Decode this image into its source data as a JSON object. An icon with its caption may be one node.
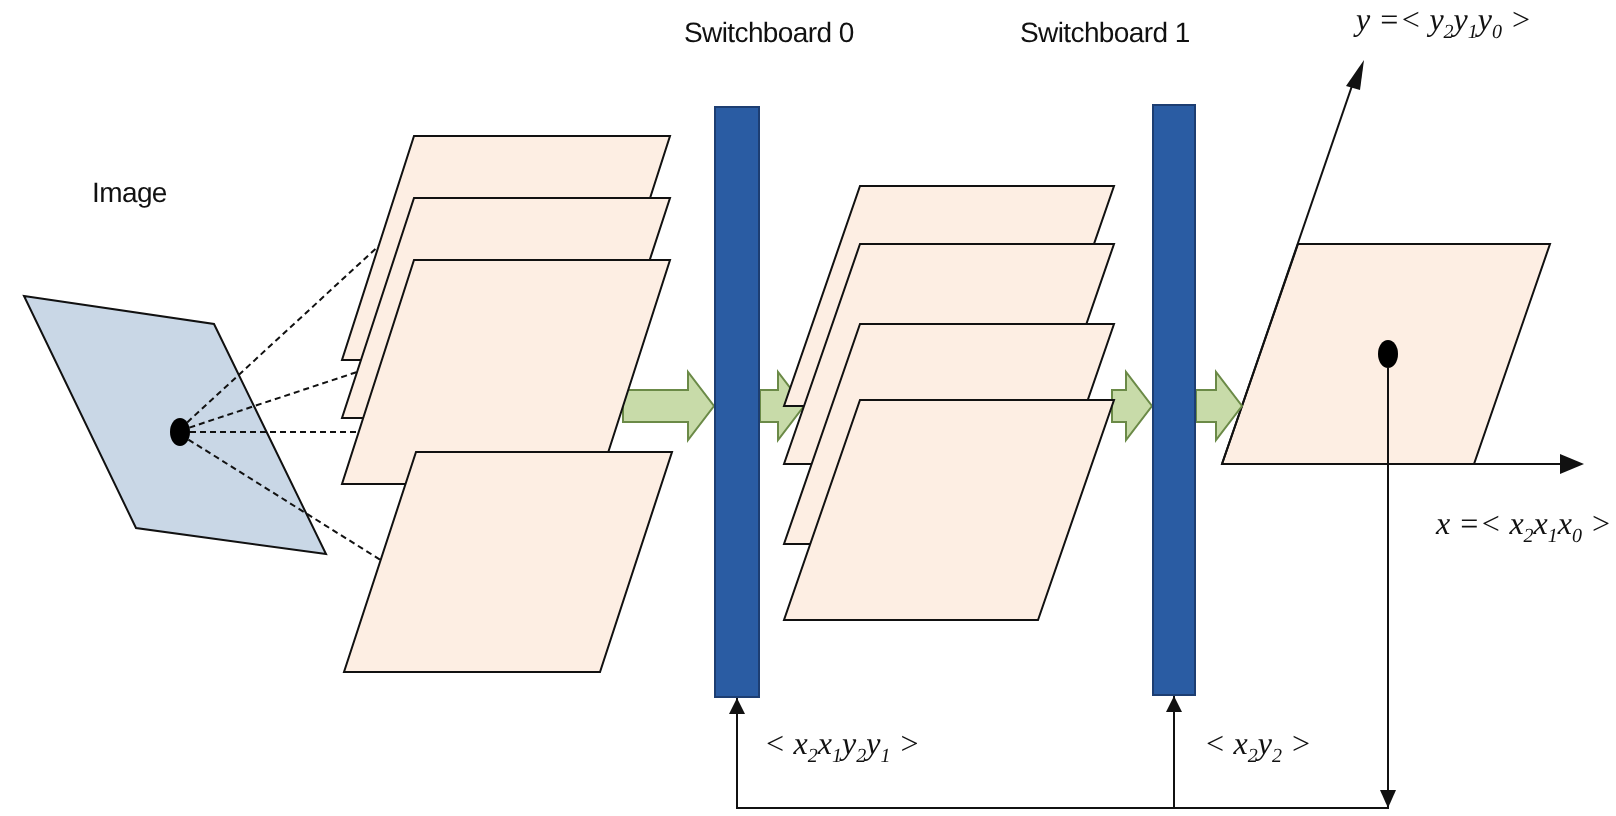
{
  "diagram": {
    "nodes": [
      {
        "text": [
          "Image"
        ]
      },
      {
        "text": [],
        "shape": "circle",
        "in": 0
      },
      {
        "text": [],
        "shape": "parallelogram"
      },
      {
        "text": [],
        "shape": "parallelogram"
      },
      {
        "text": [],
        "shape": "parallelogram"
      },
      {
        "text": [],
        "shape": "parallelogram"
      },
      {
        "text": [
          "Switchboard 0"
        ]
      },
      {
        "text": [],
        "shape": "parallelogram"
      },
      {
        "text": [],
        "shape": "parallelogram"
      },
      {
        "text": [],
        "shape": "parallelogram"
      },
      {
        "text": [],
        "shape": "parallelogram"
      },
      {
        "text": [
          "Switchboard 1"
        ]
      },
      {
        "text": [],
        "shape": "parallelogram"
      },
      {
        "text": [],
        "shape": "circle",
        "in": 12
      }
    ],
    "edges": [
      {
        "from": 1,
        "to": 2,
        "arrow": "none",
        "style": "dashed"
      },
      {
        "from": 1,
        "to": 3,
        "arrow": "none",
        "style": "dashed"
      },
      {
        "from": 1,
        "to": 4,
        "arrow": "none",
        "style": "dashed"
      },
      {
        "from": 1,
        "to": 5,
        "arrow": "none",
        "style": "dashed"
      },
      {
        "from": 4,
        "to": 6,
        "arrow": "to",
        "style": "thick",
        "color": "#c8dba9"
      },
      {
        "from": 6,
        "to": 8,
        "arrow": "to",
        "style": "thick",
        "color": "#c8dba9"
      },
      {
        "from": 10,
        "to": 11,
        "arrow": "to",
        "style": "thick",
        "color": "#c8dba9"
      },
      {
        "from": 11,
        "to": 12,
        "arrow": "to",
        "style": "thick",
        "color": "#c8dba9"
      },
      {
        "from": 13,
        "to": 6,
        "arrow": "to",
        "label": "< x$_{2}$x$_{1}$y$_{2}$y$_{1}$ >"
      },
      {
        "from": 13,
        "to": 11,
        "arrow": "to",
        "label": "< x$_{2}$y$_{2}$ >"
      }
    ],
    "labels": [
      "y =< y$_{2}$y$_{1}$y$_{0}$ >",
      "x =< x$_{2}$x$_{1}$x$_{0}$ >"
    ]
  }
}
